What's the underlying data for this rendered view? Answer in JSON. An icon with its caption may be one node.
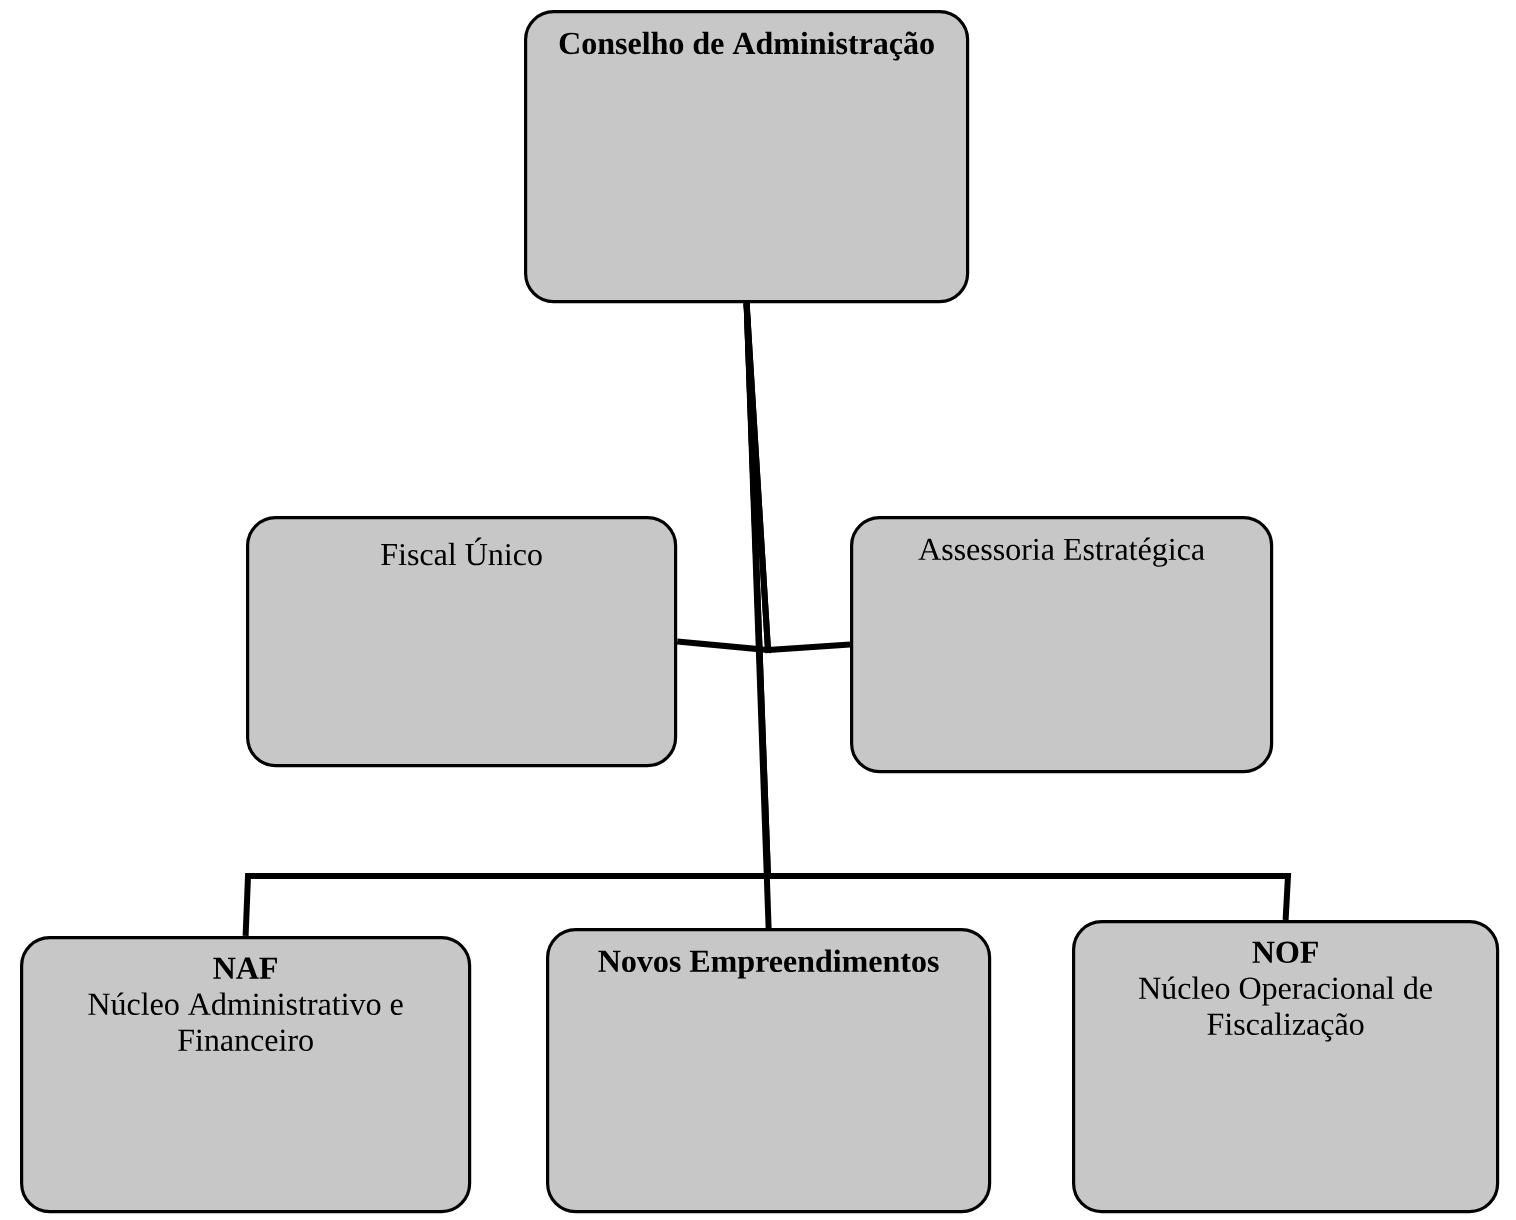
{
  "diagram": {
    "nodes": [
      {
        "text": [
          "Conselho de Administração"
        ]
      },
      {
        "text": [
          "Fiscal Único"
        ]
      },
      {
        "text": [
          "Assessoria Estratégica"
        ]
      },
      {
        "text": [
          "NAF",
          "Núcleo Administrativo e Financeiro"
        ]
      },
      {
        "text": [
          "Novos Empreendimentos"
        ]
      },
      {
        "text": [
          "NOF",
          "Núcleo Operacional de Fiscalização"
        ]
      }
    ],
    "edges": [
      {
        "from": 0,
        "to": 1,
        "arrow": "none"
      },
      {
        "from": 0,
        "to": 2,
        "arrow": "none"
      },
      {
        "from": 0,
        "to": 3,
        "arrow": "none"
      },
      {
        "from": 0,
        "to": 4,
        "arrow": "none"
      },
      {
        "from": 0,
        "to": 5,
        "arrow": "none"
      }
    ]
  }
}
